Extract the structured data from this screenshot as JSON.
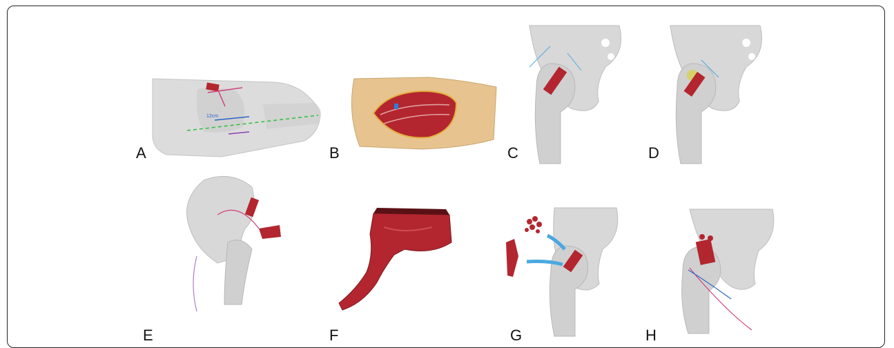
{
  "figure": {
    "panels": [
      {
        "id": "A",
        "label": "A",
        "depiction": "translucent 3D model of thigh with skin-island markings",
        "annotation": "12cm"
      },
      {
        "id": "B",
        "label": "B",
        "depiction": "skin removed showing muscles of thigh"
      },
      {
        "id": "C",
        "label": "C",
        "depiction": "hip model with planned bone block on femoral neck"
      },
      {
        "id": "D",
        "label": "D",
        "depiction": "hip model with bone block and greater trochanter marker"
      },
      {
        "id": "E",
        "label": "E",
        "depiction": "pelvis with vascularized iliac bone flap and pedicle"
      },
      {
        "id": "F",
        "label": "F",
        "depiction": "harvested bone flap with vascular pedicle"
      },
      {
        "id": "G",
        "label": "G",
        "depiction": "bone graft chips and flap inserted into femoral head"
      },
      {
        "id": "H",
        "label": "H",
        "depiction": "final reconstruction with flap and pedicle in place"
      }
    ]
  },
  "colors": {
    "bone": "#d8d8d8",
    "bone_shadow": "#bdbdbd",
    "muscle": "#b3262f",
    "skin": "#e7c48f",
    "dashed_line": "#2bbf3a",
    "measure_line": "#2a63c7",
    "pink_line": "#d0407a",
    "arrow": "#4aa8e0"
  }
}
